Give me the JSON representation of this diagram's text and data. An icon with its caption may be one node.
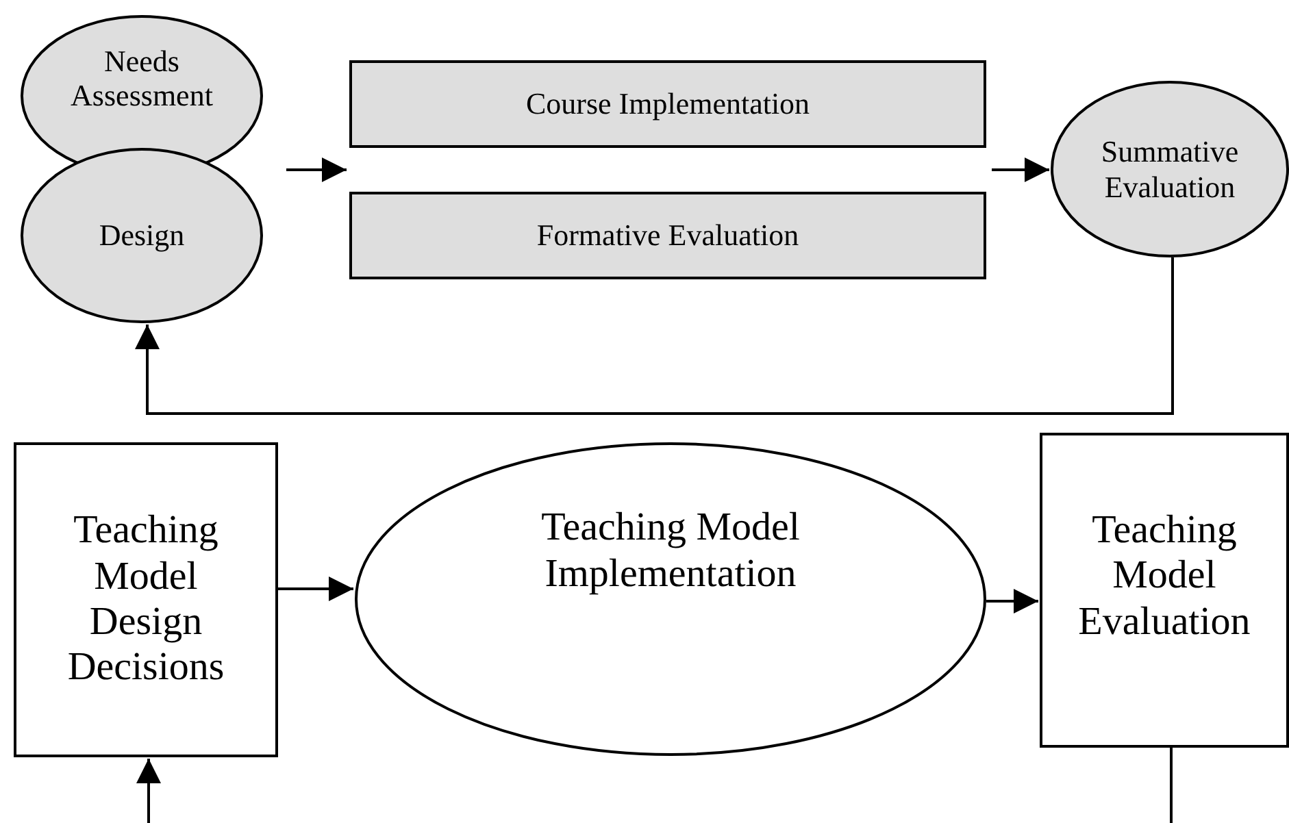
{
  "diagram": {
    "nodes": [
      {
        "text": [
          "Needs Assessment"
        ]
      },
      {
        "text": [
          "Design"
        ]
      },
      {
        "text": [
          "Course Implementation"
        ]
      },
      {
        "text": [
          "Formative Evaluation"
        ]
      },
      {
        "text": [
          "Summative Evaluation"
        ]
      },
      {
        "text": [
          "Teaching Model Design Decisions"
        ]
      },
      {
        "text": [
          "Teaching Model Implementation"
        ]
      },
      {
        "text": [
          "Teaching Model Evaluation"
        ]
      }
    ],
    "edges": [
      {
        "from": null,
        "to": 2,
        "arrow": "to"
      },
      {
        "from": null,
        "to": 4,
        "arrow": "to"
      },
      {
        "from": 4,
        "to": 1,
        "arrow": "to"
      },
      {
        "from": 5,
        "to": 6,
        "arrow": "to"
      },
      {
        "from": 6,
        "to": 7,
        "arrow": "to"
      },
      {
        "from": null,
        "to": 5,
        "arrow": "to"
      },
      {
        "from": 7,
        "to": null,
        "arrow": "none"
      }
    ]
  }
}
